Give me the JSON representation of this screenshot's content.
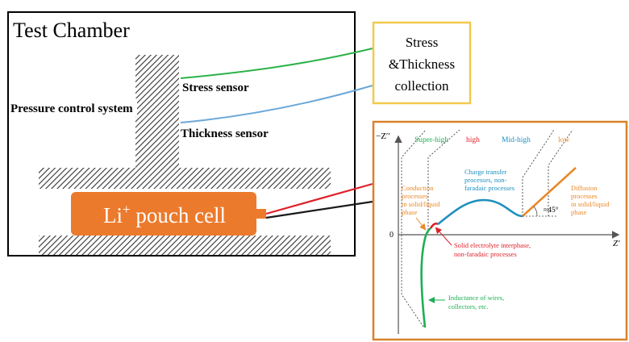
{
  "chamber": {
    "title": "Test Chamber"
  },
  "labels": {
    "pressure": "Pressure control system",
    "stress_sensor": "Stress sensor",
    "thickness_sensor": "Thickness sensor",
    "pouch_cell_main": "Li",
    "pouch_cell_sup": "+",
    "pouch_cell_rest": " pouch cell"
  },
  "collection": {
    "line1": "Stress",
    "line2": "&Thickness",
    "line3": "collection"
  },
  "eis": {
    "y_axis": "−Z′′",
    "x_axis": "Z′",
    "zero": "0",
    "angle": "≈45°",
    "regions": [
      "Super-high",
      "high",
      "Mid-high",
      "low"
    ],
    "conduction": [
      "Conduction",
      "processes",
      "in solid/liquid",
      "phase"
    ],
    "charge_transfer": [
      "Charge transfer",
      "processes, non-",
      "faradaic processes"
    ],
    "diffusion": [
      "Diffusion",
      "processes",
      "in solid/liquid",
      "phase"
    ],
    "sei": [
      "Solid electrolyte interphase,",
      "non-faradaic processes"
    ],
    "inductance": [
      "Inductance of wires,",
      "collectors, etc."
    ]
  },
  "colors": {
    "green": "#1fae55",
    "red": "#e0202a",
    "blue": "#1f8fbf",
    "orange": "#e8892a",
    "sensor_wire_green": "#2cb34a",
    "sensor_wire_blue": "#6aa7d8",
    "cell": "#ec7a2c",
    "box_yellow": "#f2c94c",
    "panel_orange": "#d9822b"
  }
}
